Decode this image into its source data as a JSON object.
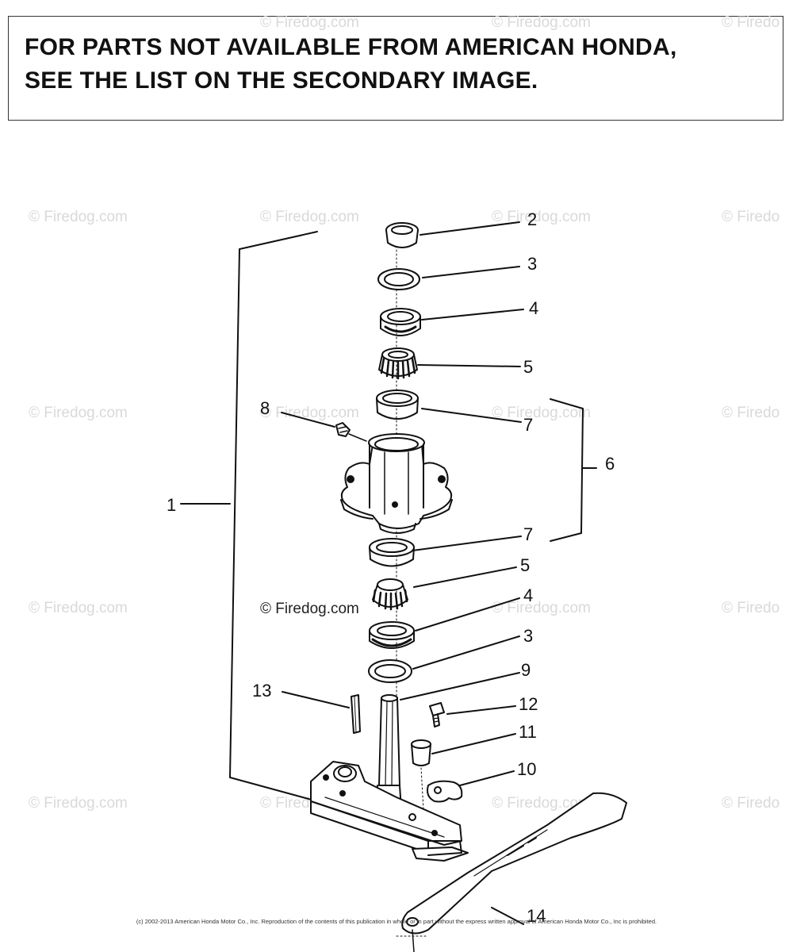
{
  "notice": {
    "line1": "FOR PARTS NOT AVAILABLE FROM AMERICAN HONDA,",
    "line2": "SEE THE LIST ON THE SECONDARY IMAGE."
  },
  "watermark": {
    "text": "© Firedog.com",
    "partial_text": "© Firedo"
  },
  "callouts": {
    "c1": "1",
    "c2": "2",
    "c3a": "3",
    "c3b": "3",
    "c4a": "4",
    "c4b": "4",
    "c5a": "5",
    "c5b": "5",
    "c6": "6",
    "c7a": "7",
    "c7b": "7",
    "c8": "8",
    "c9": "9",
    "c10": "10",
    "c11": "11",
    "c12": "12",
    "c13": "13",
    "c14": "14"
  },
  "copyright": "(c) 2002-2013 American Honda Motor Co., Inc. Reproduction of the contents of this publication in whole or in part without the express written approval of American Honda Motor Co., Inc is prohibited.",
  "colors": {
    "ink": "#111111",
    "watermark": "#d9d9d9",
    "paper": "#ffffff"
  }
}
